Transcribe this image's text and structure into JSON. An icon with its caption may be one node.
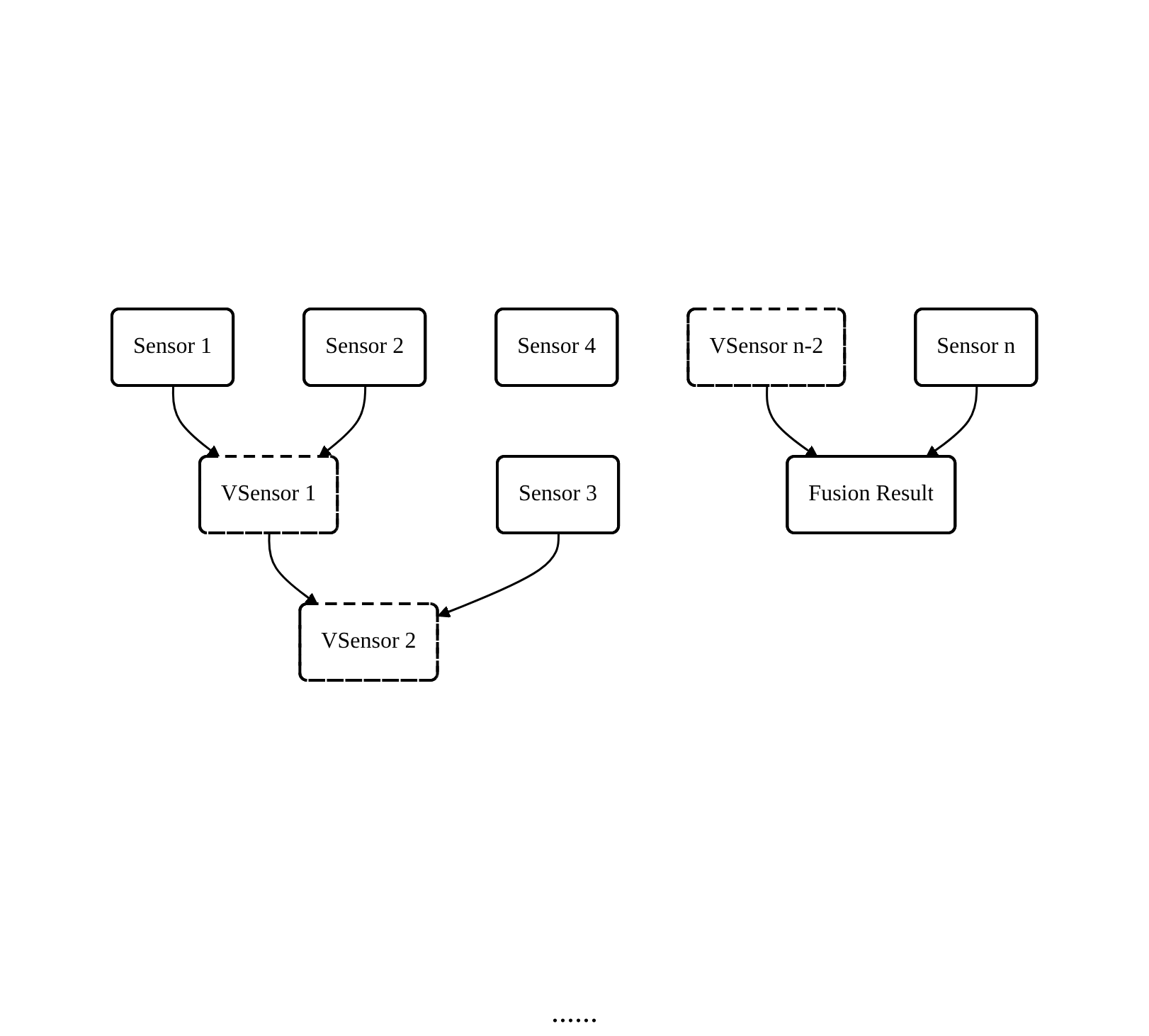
{
  "diagram": {
    "nodes": [
      {
        "text": [
          "Sensor 1"
        ]
      },
      {
        "text": [
          "Sensor 2"
        ]
      },
      {
        "text": [
          "VSensor 1"
        ]
      },
      {
        "text": [
          "Sensor 3"
        ]
      },
      {
        "text": [
          "VSensor 2"
        ]
      },
      {
        "text": [
          "Sensor 4"
        ]
      },
      {
        "text": [
          "VSensor n-2"
        ]
      },
      {
        "text": [
          "Sensor n"
        ]
      },
      {
        "text": [
          "Fusion Result"
        ]
      }
    ],
    "edges": [
      {
        "from": 0,
        "to": 2,
        "arrow": "to"
      },
      {
        "from": 1,
        "to": 2,
        "arrow": "to"
      },
      {
        "from": 2,
        "to": 4,
        "arrow": "to"
      },
      {
        "from": 3,
        "to": 4,
        "arrow": "to"
      },
      {
        "from": 6,
        "to": 8,
        "arrow": "to"
      },
      {
        "from": 7,
        "to": 8,
        "arrow": "to"
      }
    ],
    "labels": [
      "......"
    ]
  }
}
